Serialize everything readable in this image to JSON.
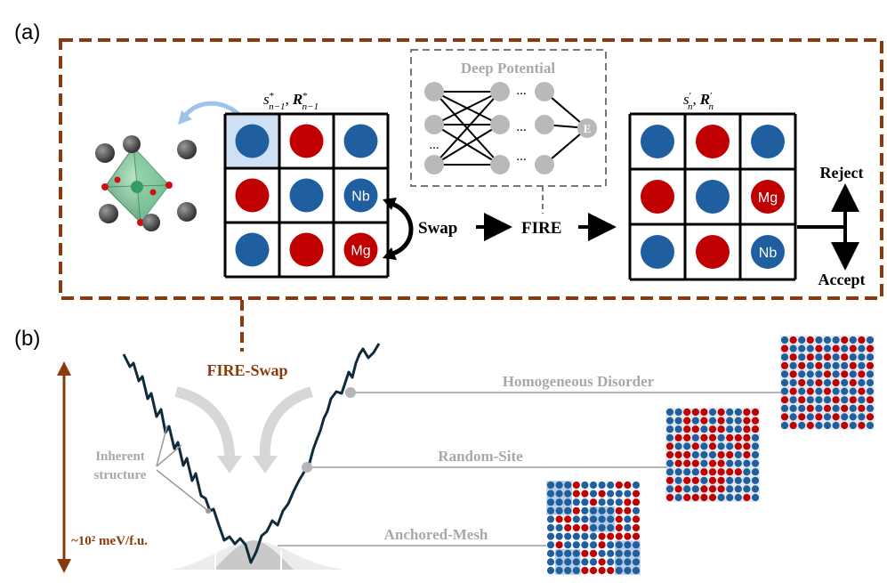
{
  "panel_a": {
    "label": "(a)",
    "deep_potential_title": "Deep Potential",
    "ellipsis": "...",
    "energy_label": "E",
    "state_before_s": "s",
    "state_before_s_sub": "n−1",
    "state_before_r": "R",
    "state_before_r_sub": "n−1",
    "star": "*",
    "state_after_s": "s",
    "state_after_r": "R",
    "state_after_sub": "n",
    "prime": "′",
    "comma": ",",
    "swap_label": "Swap",
    "fire_label": "FIRE",
    "reject_label": "Reject",
    "accept_label": "Accept",
    "grid_before": [
      [
        "blue",
        "red",
        "blue"
      ],
      [
        "red",
        "blue",
        "Nb"
      ],
      [
        "blue",
        "red",
        "Mg"
      ]
    ],
    "grid_after": [
      [
        "blue",
        "red",
        "blue"
      ],
      [
        "red",
        "blue",
        "Mg"
      ],
      [
        "blue",
        "red",
        "Nb"
      ]
    ],
    "element_nb": "Nb",
    "element_mg": "Mg"
  },
  "panel_b": {
    "label": "(b)",
    "fire_swap_label": "FIRE-Swap",
    "inherent_label_line1": "Inherent",
    "inherent_label_line2": "structure",
    "energy_scale_label": "~10² meV/f.u.",
    "structures": [
      "Homogeneous Disorder",
      "Random-Site",
      "Anchored-Mesh"
    ]
  },
  "colors": {
    "frame_brown": "#8b3a0e",
    "atom_blue": "#1f5fa0",
    "atom_red": "#c00000",
    "highlight_blue": "#cfe0f5",
    "curve_dark": "#0f2a3b",
    "muted_gray": "#a8a8a8",
    "node_gray": "#b9b9b9",
    "octahedron_green": "#6fbf8f"
  }
}
